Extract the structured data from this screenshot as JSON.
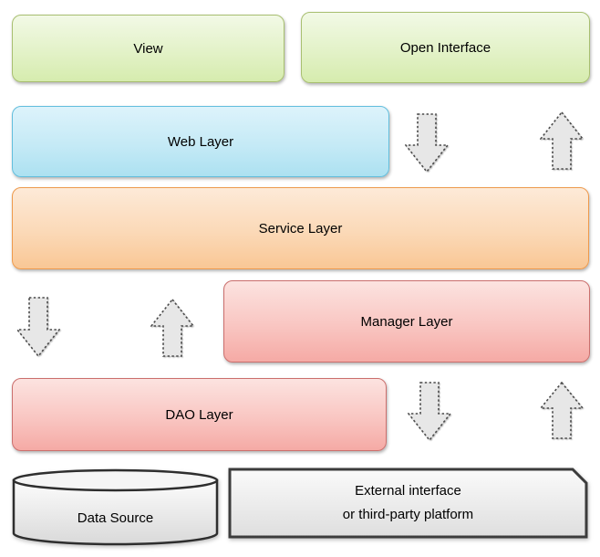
{
  "nodes": {
    "view": {
      "label": "View",
      "fill_top": "#f2f9e6",
      "fill_bottom": "#d6ecae",
      "border": "#a8bf70"
    },
    "open_interface": {
      "label": "Open Interface",
      "fill_top": "#f2f9e6",
      "fill_bottom": "#d6ecae",
      "border": "#a8bf70"
    },
    "web_layer": {
      "label": "Web Layer",
      "fill_top": "#ddf3fb",
      "fill_bottom": "#ace1f1",
      "border": "#62bedd"
    },
    "service_layer": {
      "label": "Service Layer",
      "fill_top": "#fdead8",
      "fill_bottom": "#f9c795",
      "border": "#ee9a4c"
    },
    "manager_layer": {
      "label": "Manager Layer",
      "fill_top": "#fce3e0",
      "fill_bottom": "#f5aaa5",
      "border": "#cb6f6d"
    },
    "dao_layer": {
      "label": "DAO Layer",
      "fill_top": "#fce3e0",
      "fill_bottom": "#f5aaa5",
      "border": "#cb6f6d"
    },
    "data_source": {
      "label": "Data Source",
      "shape": "cylinder",
      "fill_top": "#fcfcfc",
      "fill_bottom": "#d9d9d9",
      "border": "#2e2e2e"
    },
    "external_interface": {
      "label_line1": "External interface",
      "label_line2": "or third-party platform",
      "shape": "cut-corner-rectangle",
      "fill_top": "#fafafa",
      "fill_bottom": "#dedede",
      "border": "#3c3c3c"
    }
  },
  "arrows": [
    {
      "name": "web-service-down-arrow",
      "direction": "down"
    },
    {
      "name": "web-service-up-arrow",
      "direction": "up"
    },
    {
      "name": "service-dao-down-arrow",
      "direction": "down"
    },
    {
      "name": "service-dao-up-arrow",
      "direction": "up"
    },
    {
      "name": "dao-external-down-arrow",
      "direction": "down"
    },
    {
      "name": "dao-external-up-arrow",
      "direction": "up"
    }
  ],
  "arrow_style": {
    "fill": "#e7e7e7",
    "stroke": "#4a4a4a",
    "border_style": "dotted"
  }
}
